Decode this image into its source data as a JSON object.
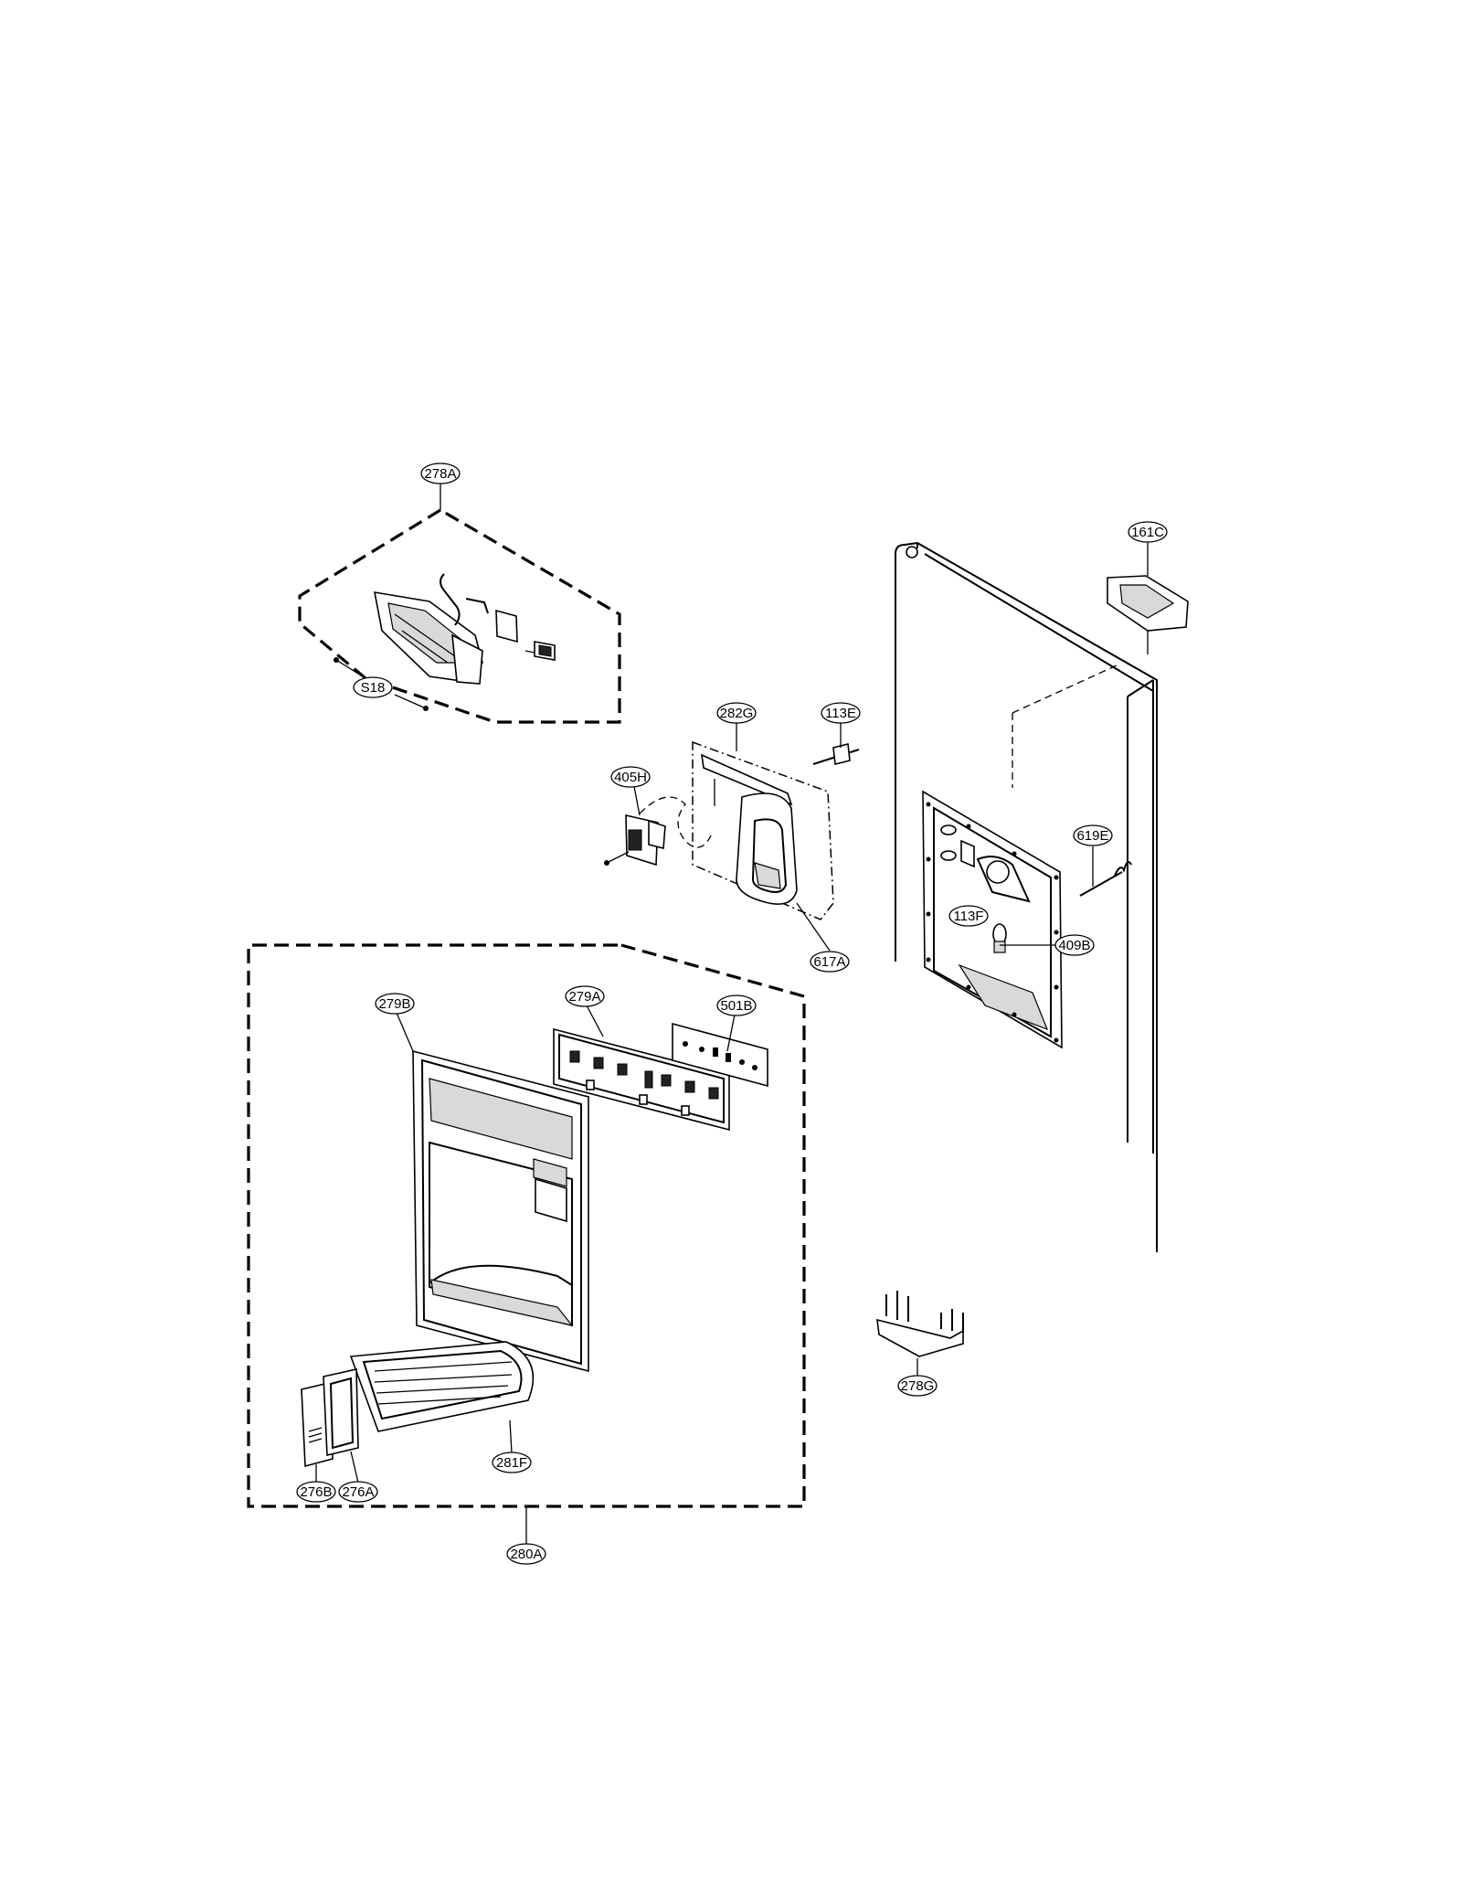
{
  "callouts": [
    {
      "key": "c278A",
      "label": "278A"
    },
    {
      "key": "cS18",
      "label": "S18"
    },
    {
      "key": "c282G",
      "label": "282G"
    },
    {
      "key": "c113E",
      "label": "113E"
    },
    {
      "key": "c405H",
      "label": "405H"
    },
    {
      "key": "c617A",
      "label": "617A"
    },
    {
      "key": "c161C",
      "label": "161C"
    },
    {
      "key": "c619E",
      "label": "619E"
    },
    {
      "key": "c113F",
      "label": "113F"
    },
    {
      "key": "c409B",
      "label": "409B"
    },
    {
      "key": "c279B",
      "label": "279B"
    },
    {
      "key": "c279A",
      "label": "279A"
    },
    {
      "key": "c501B",
      "label": "501B"
    },
    {
      "key": "c278G",
      "label": "278G"
    },
    {
      "key": "c281F",
      "label": "281F"
    },
    {
      "key": "c276B",
      "label": "276B"
    },
    {
      "key": "c276A",
      "label": "276A"
    },
    {
      "key": "c280A",
      "label": "280A"
    }
  ]
}
